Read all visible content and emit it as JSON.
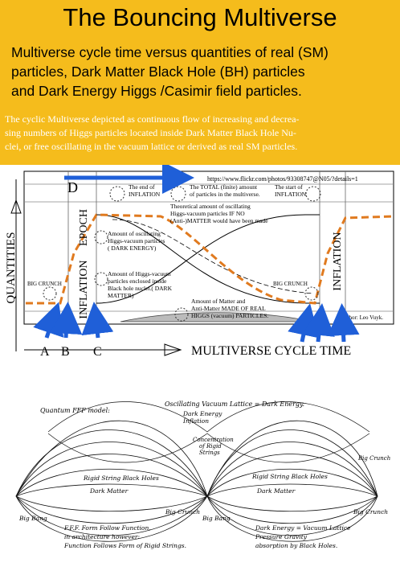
{
  "header": {
    "title": "The Bouncing Multiverse",
    "subtitle_lines": [
      "Multiverse cycle time versus quantities of real (SM)",
      "particles, Dark Matter Black Hole (BH) particles",
      "and Dark Energy Higgs /Casimir field particles."
    ],
    "description_lines": [
      "The cyclic Multiverse depicted as continuous flow of increasing and decrea-",
      "sing numbers of Higgs particles located inside Dark Matter Black Hole Nu-",
      "clei, or free oscillating in the vacuum lattice or derived as real SM particles."
    ]
  },
  "diagram": {
    "url": "https://www.flickr.com/photos/93308747@N05/?details=1",
    "y_axis_label": "QUANTITIES",
    "x_axis_label": "MULTIVERSE CYCLE TIME",
    "author": "author: Leo Vuyk.",
    "points": [
      "A",
      "B",
      "C",
      "D"
    ],
    "epoch_labels": [
      "INFLATION",
      "EPOCH",
      "INFLATION"
    ],
    "big_crunch": "BIG CRUNCH",
    "annotations": {
      "end_inflation": [
        "The end of",
        "INFLATION"
      ],
      "total_amount": [
        "The TOTAL (finite) amount",
        "of particles in the multiverse."
      ],
      "start_inflation": [
        "The start of",
        "INFLATION"
      ],
      "theoretical": [
        "Theoretical amount of oscillating",
        "Higgs-vacuum particles IF NO",
        "(Anti-)MATTER would have been made"
      ],
      "dark_energy": [
        "Amount of oscillating",
        "Higgs-vacuum particles",
        "( DARK ENERGY)"
      ],
      "dark_matter": [
        "Amount of Higgs-vacuum",
        "particles enclosed inside",
        "Black hole nuclei.( DARK",
        "MATTER)"
      ],
      "real_matter": [
        "Amount of Matter and",
        "Anti-Matter MADE OF REAL",
        "HIGGS (vacuum) PARTICLES."
      ]
    },
    "colors": {
      "dashed_curve": "#E07A1F",
      "arrows": "#1F5FD8",
      "header_bg": "#F5BC1C"
    }
  },
  "sketch": {
    "quantum_fff": "Quantum FFF model:",
    "oscillating": "Oscillating Vacuum Lattice = Dark Energy.",
    "dark_energy_inflation": [
      "Dark Energy",
      "Inflation"
    ],
    "concentration": [
      "Concentration",
      "of Rigid",
      "Strings"
    ],
    "rigid_string_left": "Rigid String Black Holes",
    "dark_matter_left": "Dark Matter",
    "rigid_string_right": "Rigid String Black Holes",
    "dark_matter_right": "Dark Matter",
    "big_crunch_mid": "Big Crunch",
    "big_bang_mid": "Big Bang",
    "big_bang_left": "Big Bang",
    "big_crunch_right": "Big Crunch",
    "big_crunch_top_right": "Big Crunch",
    "fff_note": [
      "F.F.F. Form Follow Function,",
      "in architecture however:",
      "Function Follows Form of Rigid Strings."
    ],
    "dark_energy_note": [
      "Dark Energy = Vacuum Lattice",
      "Pressure Gravity",
      "absorption by Black Holes."
    ]
  }
}
